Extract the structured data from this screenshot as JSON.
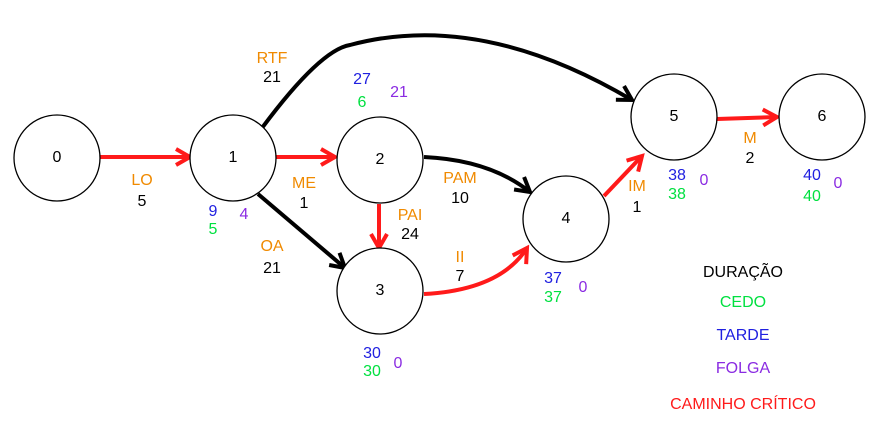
{
  "colors": {
    "name": "#f08a00",
    "duration": "#000000",
    "early": "#00e040",
    "late": "#2020e0",
    "slack": "#8a2be2",
    "critical": "#ff1a1a",
    "normal": "#000000"
  },
  "nodes": [
    "0",
    "1",
    "2",
    "3",
    "4",
    "5",
    "6"
  ],
  "activities": [
    {
      "name": "LO",
      "duration": "5",
      "critical": true
    },
    {
      "name": "RTF",
      "duration": "21",
      "critical": false
    },
    {
      "name": "ME",
      "duration": "1",
      "critical": true
    },
    {
      "name": "OA",
      "duration": "21",
      "critical": false
    },
    {
      "name": "PAI",
      "duration": "24",
      "critical": true
    },
    {
      "name": "PAM",
      "duration": "10",
      "critical": false
    },
    {
      "name": "II",
      "duration": "7",
      "critical": true
    },
    {
      "name": "IM",
      "duration": "1",
      "critical": true
    },
    {
      "name": "M",
      "duration": "2",
      "critical": true
    }
  ],
  "times": [
    {
      "node": "1",
      "late": "9",
      "early": "5",
      "slack": "4"
    },
    {
      "node": "2",
      "late": "27",
      "early": "6",
      "slack": "21"
    },
    {
      "node": "3",
      "late": "30",
      "early": "30",
      "slack": "0"
    },
    {
      "node": "4",
      "late": "37",
      "early": "37",
      "slack": "0"
    },
    {
      "node": "5",
      "late": "38",
      "early": "38",
      "slack": "0"
    },
    {
      "node": "6",
      "late": "40",
      "early": "40",
      "slack": "0"
    }
  ],
  "legend": {
    "duration": "DURAÇÃO",
    "early": "CEDO",
    "late": "TARDE",
    "slack": "FOLGA",
    "critical": "CAMINHO CRÍTICO"
  }
}
